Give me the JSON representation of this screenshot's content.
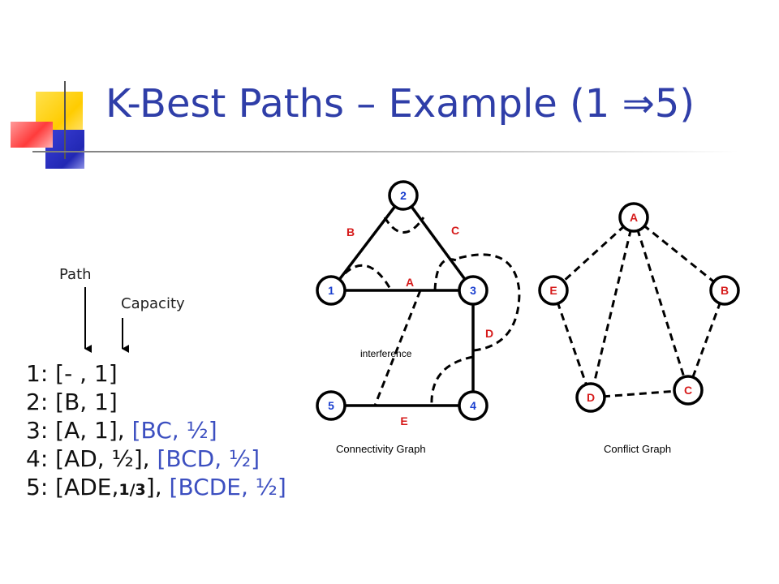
{
  "slide": {
    "title": "K-Best Paths – Example (1 ⇒5)",
    "path_label": "Path",
    "capacity_label": "Capacity",
    "rows": [
      {
        "idx": "1:",
        "a": "[- , 1]"
      },
      {
        "idx": "2:",
        "a": "[B, 1]"
      },
      {
        "idx": "3:",
        "a": "[A, 1],",
        "b": "[BC, ½]"
      },
      {
        "idx": "4:",
        "a": "[AD, ½],",
        "b": "[BCD, ½]"
      },
      {
        "idx": "5:",
        "a1": "[ADE,",
        "frac": "1/3",
        "a2": "],",
        "b": "[BCDE, ½]"
      }
    ]
  },
  "connectivity_graph": {
    "caption": "Connectivity Graph",
    "nodes": [
      "1",
      "2",
      "3",
      "4",
      "5"
    ],
    "edge_labels": [
      "A",
      "B",
      "C",
      "D",
      "E"
    ],
    "interference_label": "interference"
  },
  "conflict_graph": {
    "caption": "Conflict Graph",
    "nodes": [
      "A",
      "B",
      "C",
      "D",
      "E"
    ]
  },
  "colors": {
    "title": "#2f3ea8",
    "highlight": "#3c4fc0",
    "node_label": "#1a3fcf",
    "edge_label": "#d61a1a",
    "deco_yellow": "#ffd11a",
    "deco_red": "#ff4a4a",
    "deco_blue": "#2f34c8"
  }
}
